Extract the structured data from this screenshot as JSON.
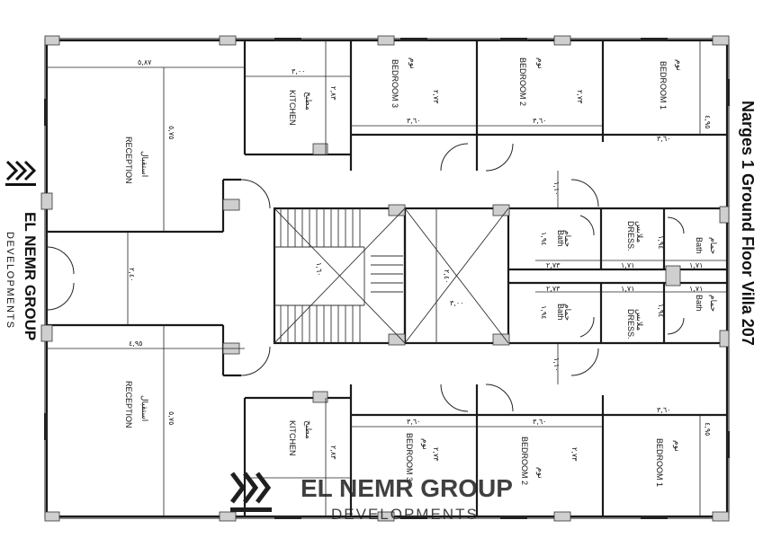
{
  "title": "Narges 1 Ground Floor Villa 207",
  "brand": {
    "name": "EL NEMR GROUP",
    "subtitle": "DEVELOPMENTS"
  },
  "rooms": {
    "reception_ar": "استقبال",
    "reception_en": "RECEPTION",
    "kitchen_ar": "مطبخ",
    "kitchen_en": "KITCHEN",
    "bedroom_ar": "نوم",
    "bedroom1_en": "BEDROOM 1",
    "bedroom2_en": "BEDROOM 2",
    "bedroom3_en": "BEDROOM 3",
    "bath_ar": "حمام",
    "bath_en": "Bath",
    "dress_ar": "ملابس",
    "dress_en": "DRESS."
  },
  "dimensions": {
    "d_587": "٥,٨٧",
    "d_575": "٥,٧٥",
    "d_300": "٣,٠٠",
    "d_283": "٢,٨٣",
    "d_273": "٢,٧٣",
    "d_360": "٣,٦٠",
    "d_495": "٤,٩٥",
    "d_110": "١,١٠",
    "d_194": "١,٩٤",
    "d_171": "١,٧١",
    "d_240": "٢,٤٠",
    "d_160": "١,٦٠"
  },
  "colors": {
    "ink": "#1a1a1a",
    "hatch": "#cfcfcf"
  }
}
